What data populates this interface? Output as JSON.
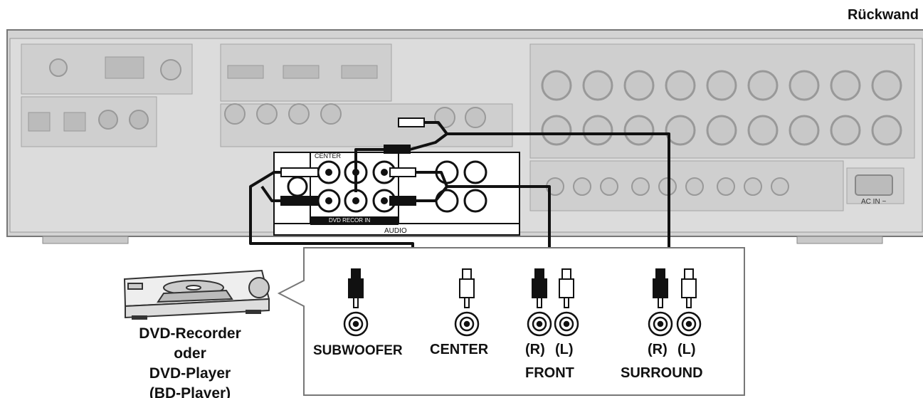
{
  "title": "Rückwand",
  "device": {
    "line1": "DVD-Recorder",
    "line2": "oder",
    "line3": "DVD-Player",
    "line4": "(BD-Player)"
  },
  "connectors": {
    "subwoofer": "SUBWOOFER",
    "center": "CENTER",
    "front_r": "(R)",
    "front_l": "(L)",
    "front": "FRONT",
    "surround_r": "(R)",
    "surround_l": "(L)",
    "surround": "SURROUND"
  },
  "panel_labels": {
    "audio": "AUDIO",
    "center": "CENTER",
    "dvd_recorder_in": "DVD RECOR IN",
    "ac_in": "AC IN ~"
  }
}
